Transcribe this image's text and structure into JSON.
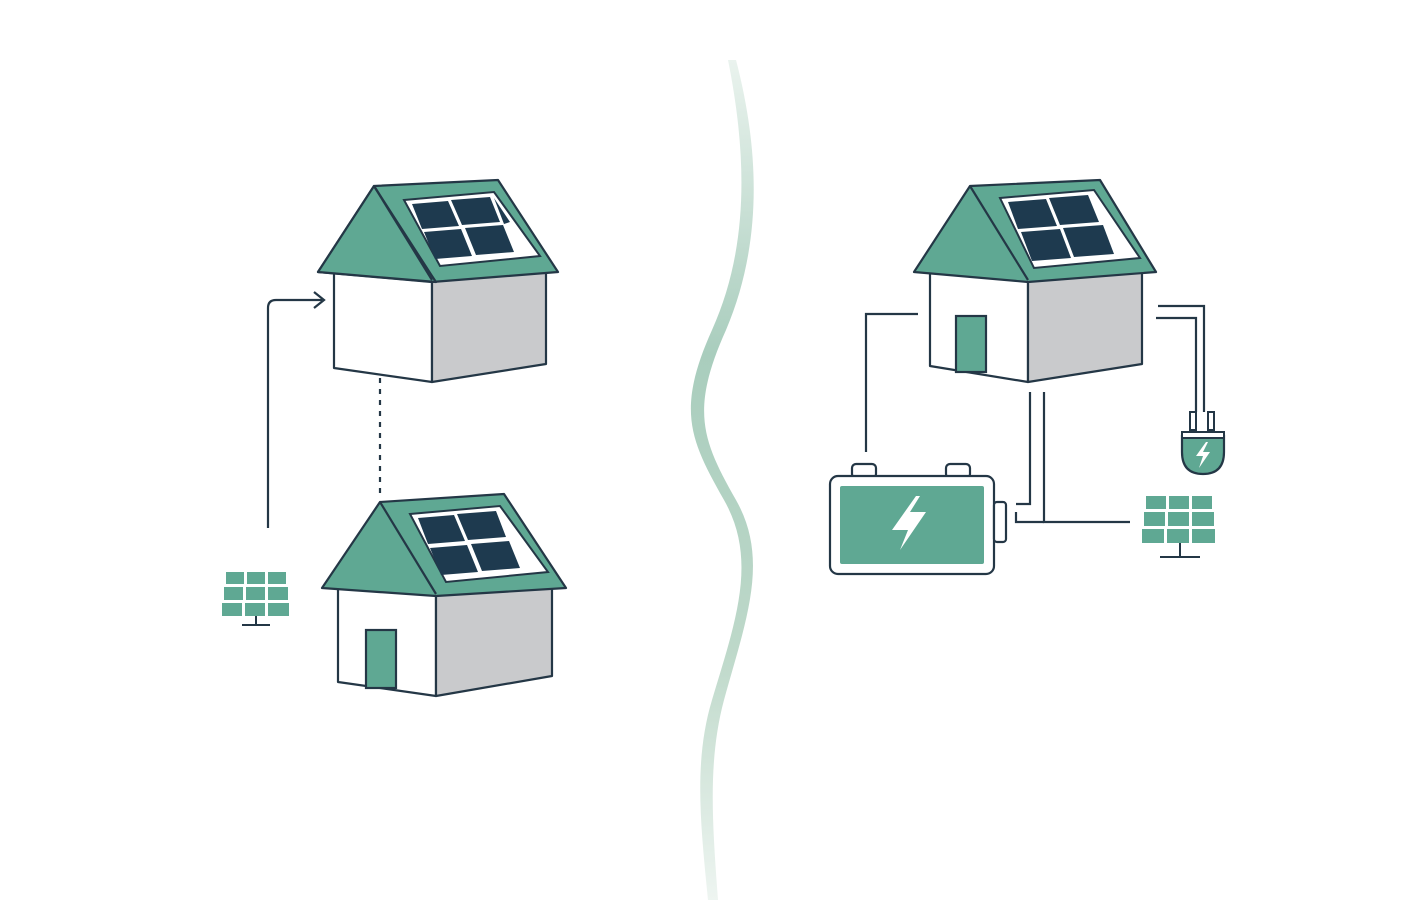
{
  "colors": {
    "background": "#ffffff",
    "outline": "#243746",
    "roof": "#5fa893",
    "roof_dark": "#4a9580",
    "panel_cell": "#1e3a4f",
    "wall_front": "#ffffff",
    "wall_side": "#c9cacc",
    "door": "#5fa893",
    "battery_fill": "#5fa893",
    "divider_light": "#e4f0ea",
    "divider_mid": "#a9cdbd"
  },
  "diagram": {
    "left_scene": {
      "houses": [
        "house-top",
        "house-bottom"
      ],
      "ground_panel": "solar-panel-icon"
    },
    "right_scene": {
      "house": "house-with-door",
      "battery": "battery-icon",
      "plug": "plug-icon",
      "ground_panel": "solar-panel-icon"
    },
    "divider": "wavy-divider"
  }
}
